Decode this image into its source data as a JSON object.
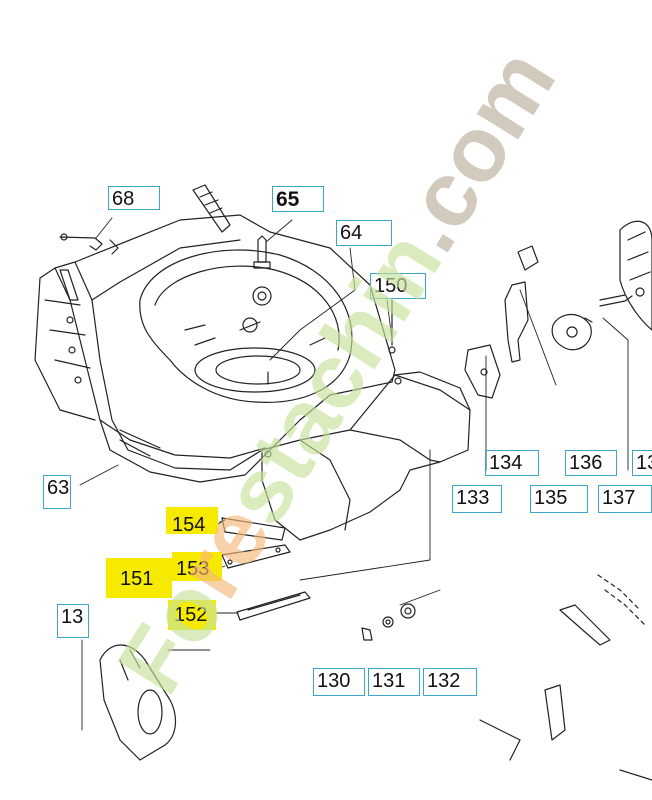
{
  "parts": {
    "p68": "68",
    "p65": "65",
    "p64": "64",
    "p150": "150",
    "p63": "63",
    "p134": "134",
    "p136": "136",
    "p13x": "13",
    "p133": "133",
    "p135": "135",
    "p137": "137",
    "p154": "154",
    "p153": "153",
    "p151": "151",
    "p152": "152",
    "p13": "13",
    "p130": "130",
    "p131": "131",
    "p132": "132"
  },
  "watermark": {
    "text_url": "Forestachin.com",
    "colors": {
      "gray": "#b9ad9a",
      "green": "#c6e29a",
      "orange": "#f4b97a"
    }
  },
  "highlight_color": "#f5ea00",
  "callout_border_color": "#3aa6c8"
}
